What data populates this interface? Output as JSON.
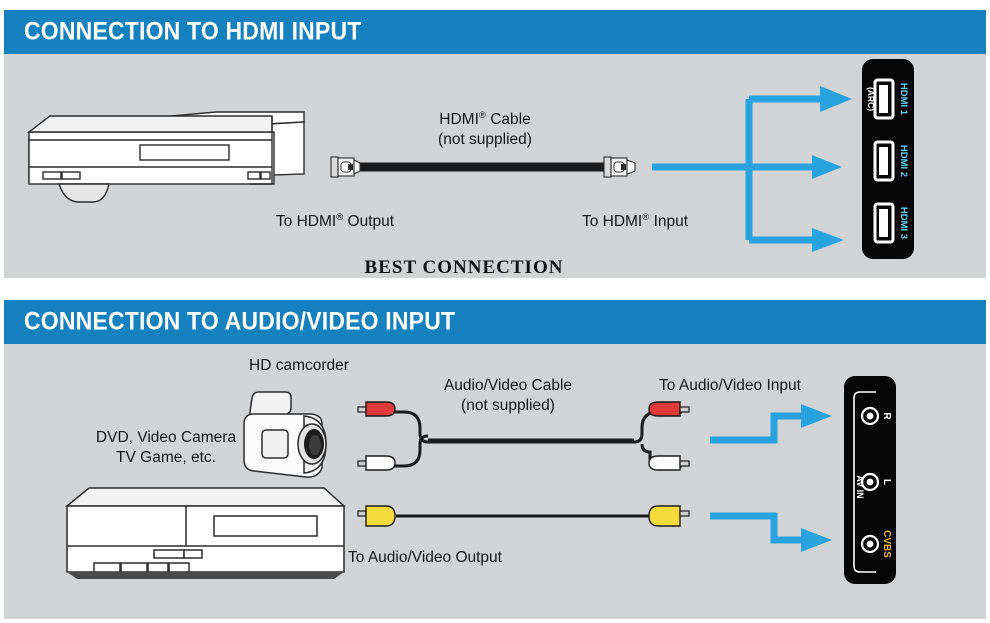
{
  "document": {
    "background": "#ffffff",
    "panel_background": "#d2d3d5",
    "header_color": "#1581bf",
    "arrow_color": "#29a3e0"
  },
  "sections": [
    {
      "id": "hdmi",
      "header_title": "CONNECTION TO HDMI INPUT",
      "labels": {
        "cable_line1": "HDMI",
        "cable_sup": "®",
        "cable_line1_tail": " Cable",
        "cable_line2": "(not supplied)",
        "output_prefix": "To HDMI",
        "output_suffix": " Output",
        "input_prefix": "To HDMI",
        "input_suffix": " Input",
        "footnote": "BEST CONNECTION"
      },
      "ports": [
        {
          "name": "HDMI 1",
          "extra": "(ARC)",
          "name_color": "#63d0f5",
          "extra_color": "#ffffff"
        },
        {
          "name": "HDMI 2",
          "extra": "",
          "name_color": "#63d0f5",
          "extra_color": "#ffffff"
        },
        {
          "name": "HDMI 3",
          "extra": "",
          "name_color": "#63d0f5",
          "extra_color": "#ffffff"
        }
      ]
    },
    {
      "id": "av",
      "header_title": "CONNECTION TO AUDIO/VIDEO INPUT",
      "labels": {
        "camcorder": "HD camcorder",
        "source_line1": "DVD, Video Camera",
        "source_line2": "TV Game, etc.",
        "cable_line1": "Audio/Video Cable",
        "cable_line2": "(not supplied)",
        "to_input": "To Audio/Video Input",
        "to_output": "To Audio/Video Output"
      },
      "jacks": [
        {
          "name": "R",
          "color": "#ffffff",
          "ring": "#ffffff"
        },
        {
          "name": "L",
          "color": "#ffffff",
          "ring": "#ffffff"
        },
        {
          "name": "CVBS",
          "color": "#f0b429",
          "ring": "#ffffff"
        }
      ],
      "jack_group_label": "AV IN",
      "rca_connectors": [
        {
          "name": "red-rca",
          "color": "#e03a3a"
        },
        {
          "name": "white-rca",
          "color": "#ffffff"
        },
        {
          "name": "yellow-rca",
          "color": "#f5dc3c"
        }
      ]
    }
  ]
}
